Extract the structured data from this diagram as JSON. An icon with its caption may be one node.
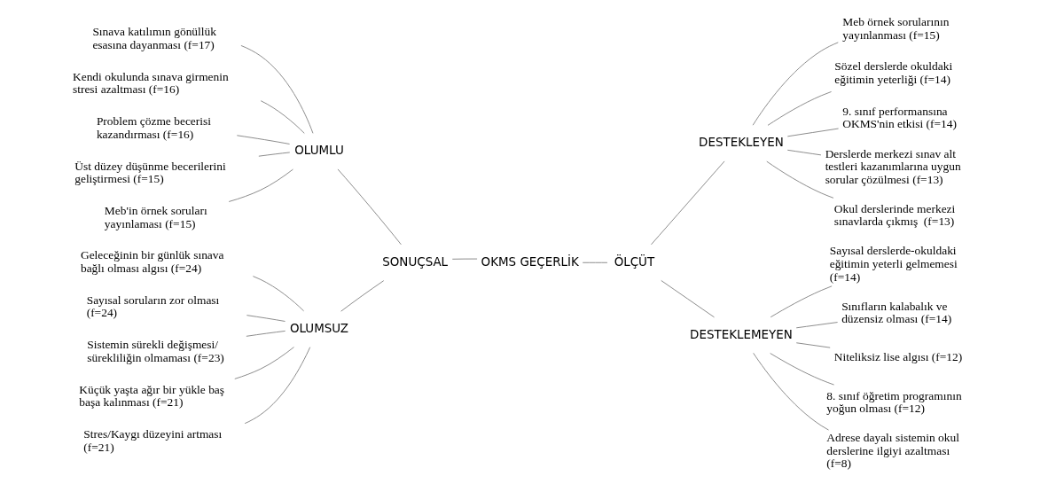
{
  "diagram": {
    "nodes": [
      {
        "text": [
          "OKMS GEÇERLİK"
        ]
      },
      {
        "text": [
          "SONUÇSAL"
        ]
      },
      {
        "text": [
          "OLUMLU"
        ]
      },
      {
        "text": [
          "Sınava katılımın gönüllük esasına dayanması (f=17)"
        ]
      },
      {
        "text": [
          "Kendi okulunda sınava girmenin stresi azaltması (f=16)"
        ]
      },
      {
        "text": [
          "Problem çözme becerisi kazandırması (f=16)"
        ]
      },
      {
        "text": [
          "Üst düzey düşünme becerilerini geliştirmesi (f=15)"
        ]
      },
      {
        "text": [
          "Meb'in örnek soruları yayınlaması (f=15)"
        ]
      },
      {
        "text": [
          "OLUMSUZ"
        ]
      },
      {
        "text": [
          "Geleceğinin bir günlük sınava bağlı olması algısı (f=24)"
        ]
      },
      {
        "text": [
          "Sayısal soruların zor olması (f=24)"
        ]
      },
      {
        "text": [
          "Sistemin sürekli değişmesi/ sürekliliğin olmaması (f=23)"
        ]
      },
      {
        "text": [
          "Küçük yaşta ağır bir yükle baş başa kalınması (f=21)"
        ]
      },
      {
        "text": [
          "Stres/Kaygı düzeyini artması (f=21)"
        ]
      },
      {
        "text": [
          "ÖLÇÜT"
        ]
      },
      {
        "text": [
          "DESTEKLEYEN"
        ]
      },
      {
        "text": [
          "Meb örnek sorularının yayınlanması (f=15)"
        ]
      },
      {
        "text": [
          "Sözel derslerde okuldaki eğitimin yeterliği (f=14)"
        ]
      },
      {
        "text": [
          "9. sınıf performansına OKMS'nin etkisi (f=14)"
        ]
      },
      {
        "text": [
          "Derslerde merkezi sınav alt testleri kazanımlarına uygun sorular çözülmesi (f=13)"
        ]
      },
      {
        "text": [
          "Okul derslerinde merkezi sınavlarda çıkmış  (f=13)"
        ]
      },
      {
        "text": [
          "DESTEKLEMEYEN"
        ]
      },
      {
        "text": [
          "Sayısal derslerde-okuldaki eğitimin yeterli gelmemesi (f=14)"
        ]
      },
      {
        "text": [
          "Sınıfların kalabalık ve düzensiz olması (f=14)"
        ]
      },
      {
        "text": [
          "Niteliksiz lise algısı (f=12)"
        ]
      },
      {
        "text": [
          "8. sınıf öğretim programının yoğun olması (f=12)"
        ]
      },
      {
        "text": [
          "Adrese dayalı sistemin okul derslerine ilgiyi azaltması (f=8)"
        ]
      }
    ],
    "edges": [
      {
        "from": 0,
        "to": 1,
        "arrow": "none"
      },
      {
        "from": 1,
        "to": 2,
        "arrow": "none"
      },
      {
        "from": 2,
        "to": 3,
        "arrow": "none"
      },
      {
        "from": 2,
        "to": 4,
        "arrow": "none"
      },
      {
        "from": 2,
        "to": 5,
        "arrow": "none"
      },
      {
        "from": 2,
        "to": 6,
        "arrow": "none"
      },
      {
        "from": 2,
        "to": 7,
        "arrow": "none"
      },
      {
        "from": 1,
        "to": 8,
        "arrow": "none"
      },
      {
        "from": 8,
        "to": 9,
        "arrow": "none"
      },
      {
        "from": 8,
        "to": 10,
        "arrow": "none"
      },
      {
        "from": 8,
        "to": 11,
        "arrow": "none"
      },
      {
        "from": 8,
        "to": 12,
        "arrow": "none"
      },
      {
        "from": 8,
        "to": 13,
        "arrow": "none"
      },
      {
        "from": 0,
        "to": 14,
        "arrow": "none"
      },
      {
        "from": 14,
        "to": 15,
        "arrow": "none"
      },
      {
        "from": 15,
        "to": 16,
        "arrow": "none"
      },
      {
        "from": 15,
        "to": 17,
        "arrow": "none"
      },
      {
        "from": 15,
        "to": 18,
        "arrow": "none"
      },
      {
        "from": 15,
        "to": 19,
        "arrow": "none"
      },
      {
        "from": 15,
        "to": 20,
        "arrow": "none"
      },
      {
        "from": 14,
        "to": 21,
        "arrow": "none"
      },
      {
        "from": 21,
        "to": 22,
        "arrow": "none"
      },
      {
        "from": 21,
        "to": 23,
        "arrow": "none"
      },
      {
        "from": 21,
        "to": 24,
        "arrow": "none"
      },
      {
        "from": 21,
        "to": 25,
        "arrow": "none"
      },
      {
        "from": 21,
        "to": 26,
        "arrow": "none"
      }
    ]
  }
}
